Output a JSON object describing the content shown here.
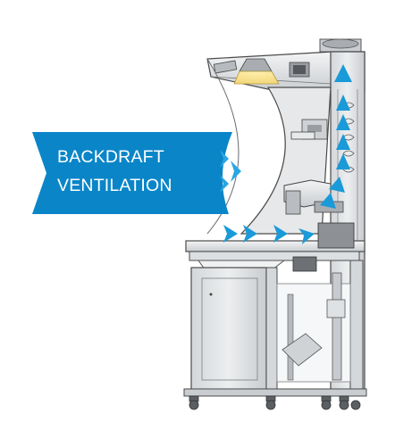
{
  "banner": {
    "line1": "BACKDRAFT",
    "line2": "VENTILATION",
    "color": "#0a86c8"
  },
  "illustration": {
    "subject": "backdraft ventilation workstation cabinet",
    "airflow_arrow_color": "#1a9ad8",
    "airflow_direction": "upward through rear duct to roof exhaust"
  }
}
